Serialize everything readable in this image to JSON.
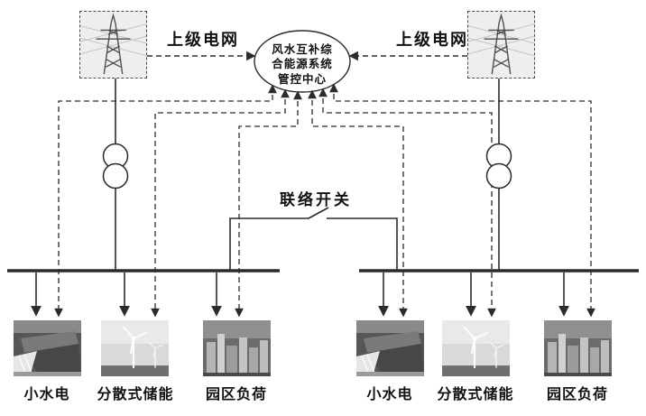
{
  "colors": {
    "line": "#2b2b2b",
    "background": "#ffffff"
  },
  "upper_grid_left": {
    "label": "上级电网"
  },
  "upper_grid_right": {
    "label": "上级电网"
  },
  "control_center": {
    "line1": "风水互补综",
    "line2": "合能源系统",
    "line3": "管控中心"
  },
  "tie_switch": {
    "label": "联络开关"
  },
  "left_feeder": {
    "loads": [
      {
        "label": "小水电",
        "icon": "hydro-dam-photo"
      },
      {
        "label": "分散式储能",
        "icon": "wind-turbine-photo"
      },
      {
        "label": "园区负荷",
        "icon": "city-load-photo"
      }
    ]
  },
  "right_feeder": {
    "loads": [
      {
        "label": "小水电",
        "icon": "hydro-dam-photo"
      },
      {
        "label": "分散式储能",
        "icon": "wind-turbine-photo"
      },
      {
        "label": "园区负荷",
        "icon": "city-load-photo"
      }
    ]
  }
}
